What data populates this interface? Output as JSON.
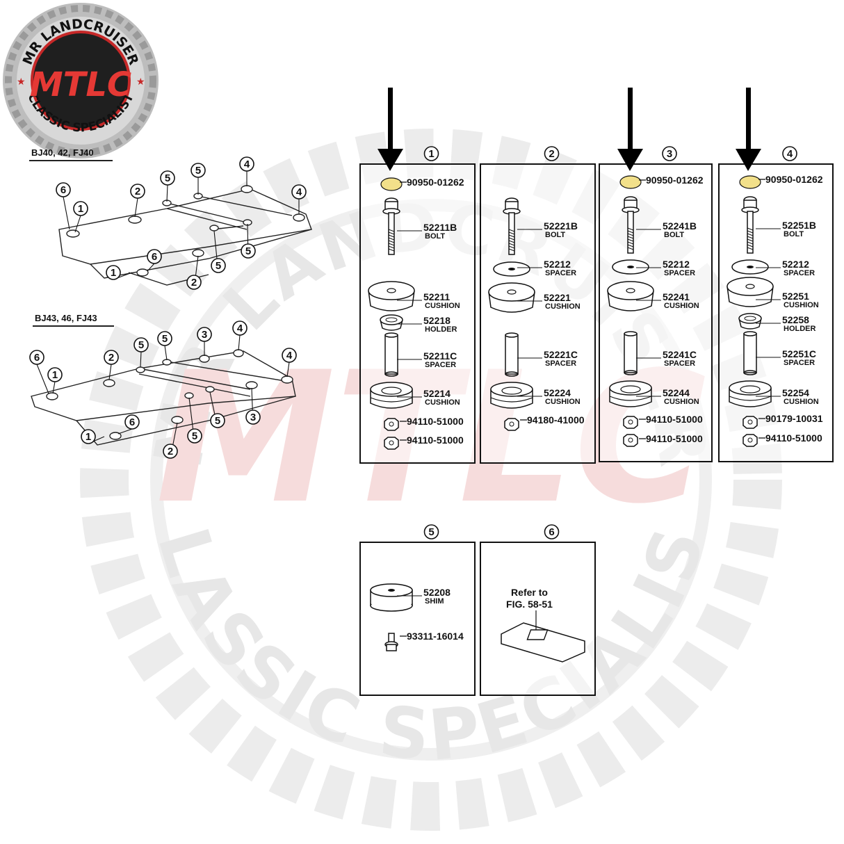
{
  "logo": {
    "top_text": "MR LANDCRUISER",
    "bottom_text": "CLASSIC SPECIALIST",
    "monogram": "MTLC"
  },
  "watermark": {
    "top_text": "MR LANDCRUISER",
    "bottom_text": "CLASSIC SPECIALIST",
    "monogram": "MTLC",
    "color": "#e8e8e8",
    "accent": "#f4d6d6"
  },
  "highlight_color": "#f2e08a",
  "frames": [
    {
      "title": "BJ40, 42, FJ40"
    },
    {
      "title": "BJ43, 46, FJ43"
    }
  ],
  "panels": [
    {
      "num": "1",
      "parts": [
        {
          "no": "90950-01262",
          "name": ""
        },
        {
          "no": "52211B",
          "name": "BOLT"
        },
        {
          "no": "52211",
          "name": "CUSHION"
        },
        {
          "no": "52218",
          "name": "HOLDER"
        },
        {
          "no": "52211C",
          "name": "SPACER"
        },
        {
          "no": "52214",
          "name": "CUSHION"
        },
        {
          "no": "94110-51000",
          "name": ""
        },
        {
          "no": "94110-51000",
          "name": ""
        }
      ]
    },
    {
      "num": "2",
      "parts": [
        {
          "no": "52221B",
          "name": "BOLT"
        },
        {
          "no": "52212",
          "name": "SPACER"
        },
        {
          "no": "52221",
          "name": "CUSHION"
        },
        {
          "no": "52221C",
          "name": "SPACER"
        },
        {
          "no": "52224",
          "name": "CUSHION"
        },
        {
          "no": "94180-41000",
          "name": ""
        }
      ]
    },
    {
      "num": "3",
      "parts": [
        {
          "no": "90950-01262",
          "name": ""
        },
        {
          "no": "52241B",
          "name": "BOLT"
        },
        {
          "no": "52212",
          "name": "SPACER"
        },
        {
          "no": "52241",
          "name": "CUSHION"
        },
        {
          "no": "52241C",
          "name": "SPACER"
        },
        {
          "no": "52244",
          "name": "CUSHION"
        },
        {
          "no": "94110-51000",
          "name": ""
        },
        {
          "no": "94110-51000",
          "name": ""
        }
      ]
    },
    {
      "num": "4",
      "parts": [
        {
          "no": "90950-01262",
          "name": ""
        },
        {
          "no": "52251B",
          "name": "BOLT"
        },
        {
          "no": "52212",
          "name": "SPACER"
        },
        {
          "no": "52251",
          "name": "CUSHION"
        },
        {
          "no": "52258",
          "name": "HOLDER"
        },
        {
          "no": "52251C",
          "name": "SPACER"
        },
        {
          "no": "52254",
          "name": "CUSHION"
        },
        {
          "no": "90179-10031",
          "name": ""
        },
        {
          "no": "94110-51000",
          "name": ""
        }
      ]
    },
    {
      "num": "5",
      "parts": [
        {
          "no": "52208",
          "name": "SHIM"
        },
        {
          "no": "93311-16014",
          "name": ""
        }
      ]
    },
    {
      "num": "6",
      "note_line1": "Refer to",
      "note_line2": "FIG. 58-51"
    }
  ],
  "frame1_callouts": [
    "6",
    "1",
    "2",
    "5",
    "5",
    "4",
    "4",
    "5",
    "6",
    "1",
    "2",
    "5"
  ],
  "frame2_callouts": [
    "6",
    "1",
    "2",
    "5",
    "5",
    "3",
    "4",
    "4",
    "6",
    "1",
    "2",
    "5",
    "5",
    "3"
  ]
}
